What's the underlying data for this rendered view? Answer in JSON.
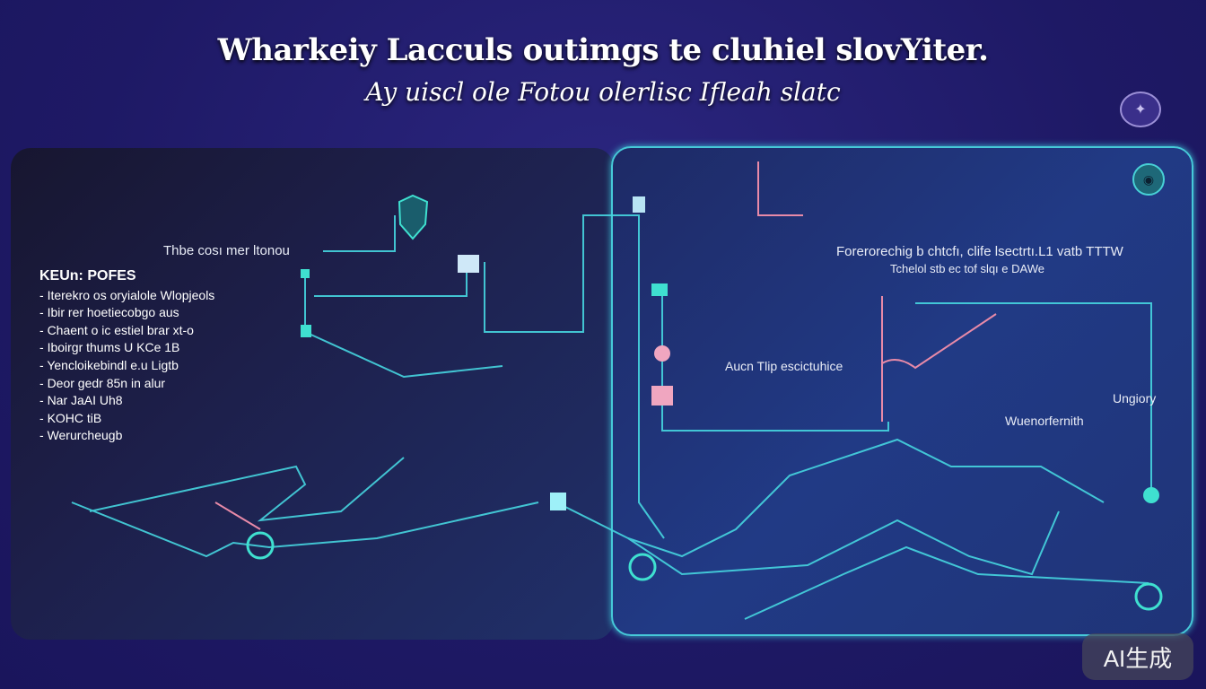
{
  "header": {
    "title": "Wharkeiy Lacculs outimgs te cluhiel slovYiter.",
    "subtitle": "Ay uiscl ole Fotou olerlisc Ifleah slatc"
  },
  "left_panel": {
    "caption": "Thbe cosı mer ltonou",
    "list_title": "KEUn: POFES",
    "list_items": [
      "Iterekro os oryialole Wlopjeols",
      "Ibir rer hoetiecobgo aus",
      "Chaent o ic estiel brar xt-o",
      "Iboirgr thums U KCe 1B",
      "Yencloikebindl e.u Ligtb",
      "Deor gedr 85n in alur",
      "Nar JaAI Uh8",
      "KOHC tiB",
      "Werurcheugb"
    ]
  },
  "right_panel": {
    "caption_line1": "Forerorechig b chtcfı, clife lsectrtı.L1 vatb TTTW",
    "caption_line2": "Tchelol stb ec tof slqı e DAWe",
    "label_mid": "Aucn Tlip escictuhice",
    "label_right1": "Ungiory",
    "label_right2": "Wuenorfernith"
  },
  "watermark": "AI生成",
  "colors": {
    "accent_cyan": "#46d6e0",
    "accent_pink": "#e88aa8",
    "background": "#221c6b"
  }
}
